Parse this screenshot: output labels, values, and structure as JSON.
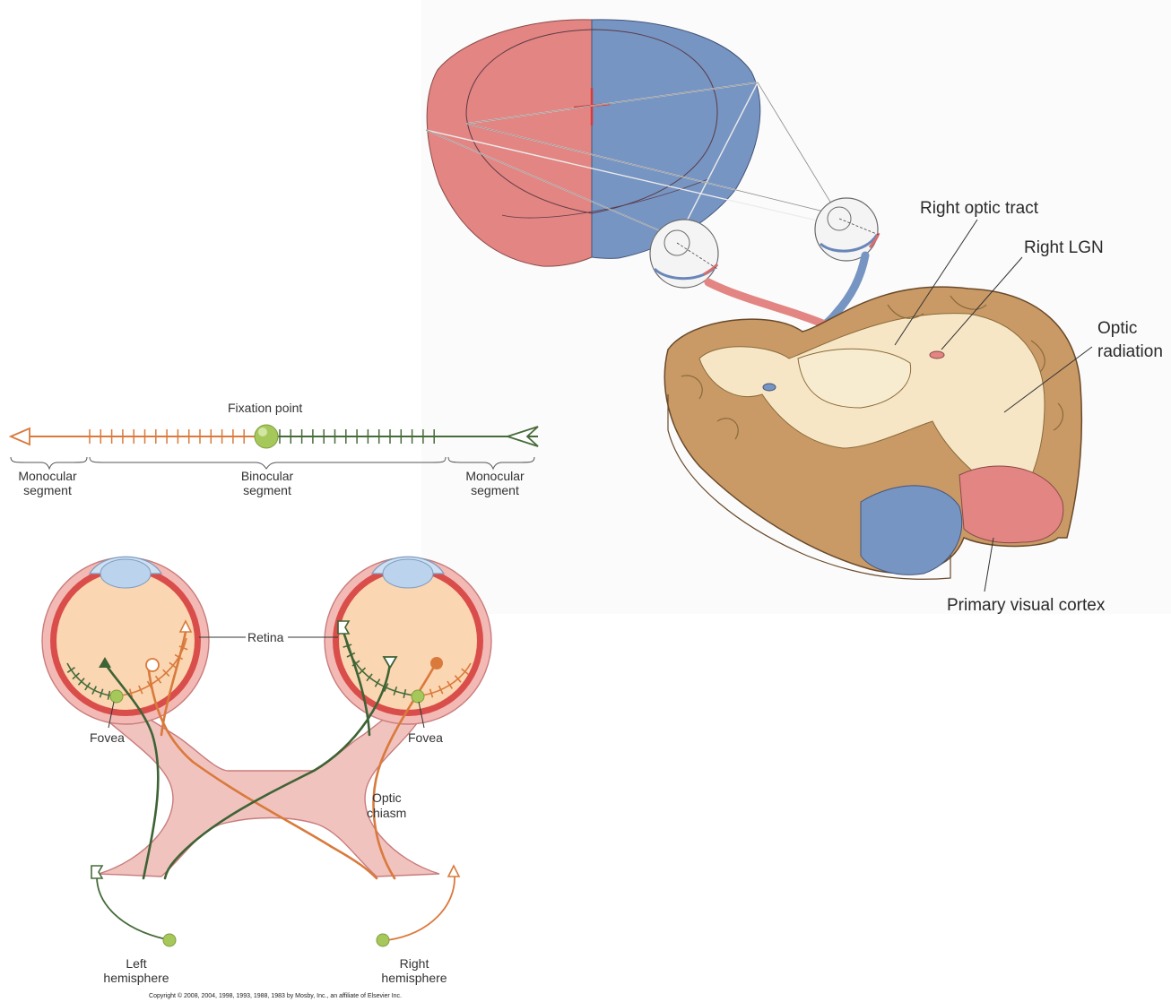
{
  "top_right_figure": {
    "labels": {
      "right_optic_tract": "Right optic tract",
      "right_lgn": "Right LGN",
      "optic_radiation_1": "Optic",
      "optic_radiation_2": "radiation",
      "primary_visual_cortex": "Primary visual cortex"
    },
    "colors": {
      "left_field": "#e38582",
      "right_field": "#7795c2",
      "brain_gray": "#c99a66",
      "brain_white": "#f6e6c5"
    }
  },
  "field_line": {
    "fixation_label": "Fixation point",
    "segments": {
      "left_1": "Monocular",
      "left_2": "segment",
      "mid_1": "Binocular",
      "mid_2": "segment",
      "right_1": "Monocular",
      "right_2": "segment"
    },
    "colors": {
      "orange": "#d97a3c",
      "green": "#466b3a",
      "fixation": "#a6c85a"
    }
  },
  "pathway_figure": {
    "labels": {
      "retina": "Retina",
      "fovea_left": "Fovea",
      "fovea_right": "Fovea",
      "chiasm_1": "Optic",
      "chiasm_2": "chiasm",
      "left_hemi_1": "Left",
      "left_hemi_2": "hemisphere",
      "right_hemi_1": "Right",
      "right_hemi_2": "hemisphere"
    },
    "copyright": "Copyright © 2008, 2004, 1998, 1993, 1988, 1983 by Mosby, Inc., an affiliate of Elsevier Inc."
  }
}
